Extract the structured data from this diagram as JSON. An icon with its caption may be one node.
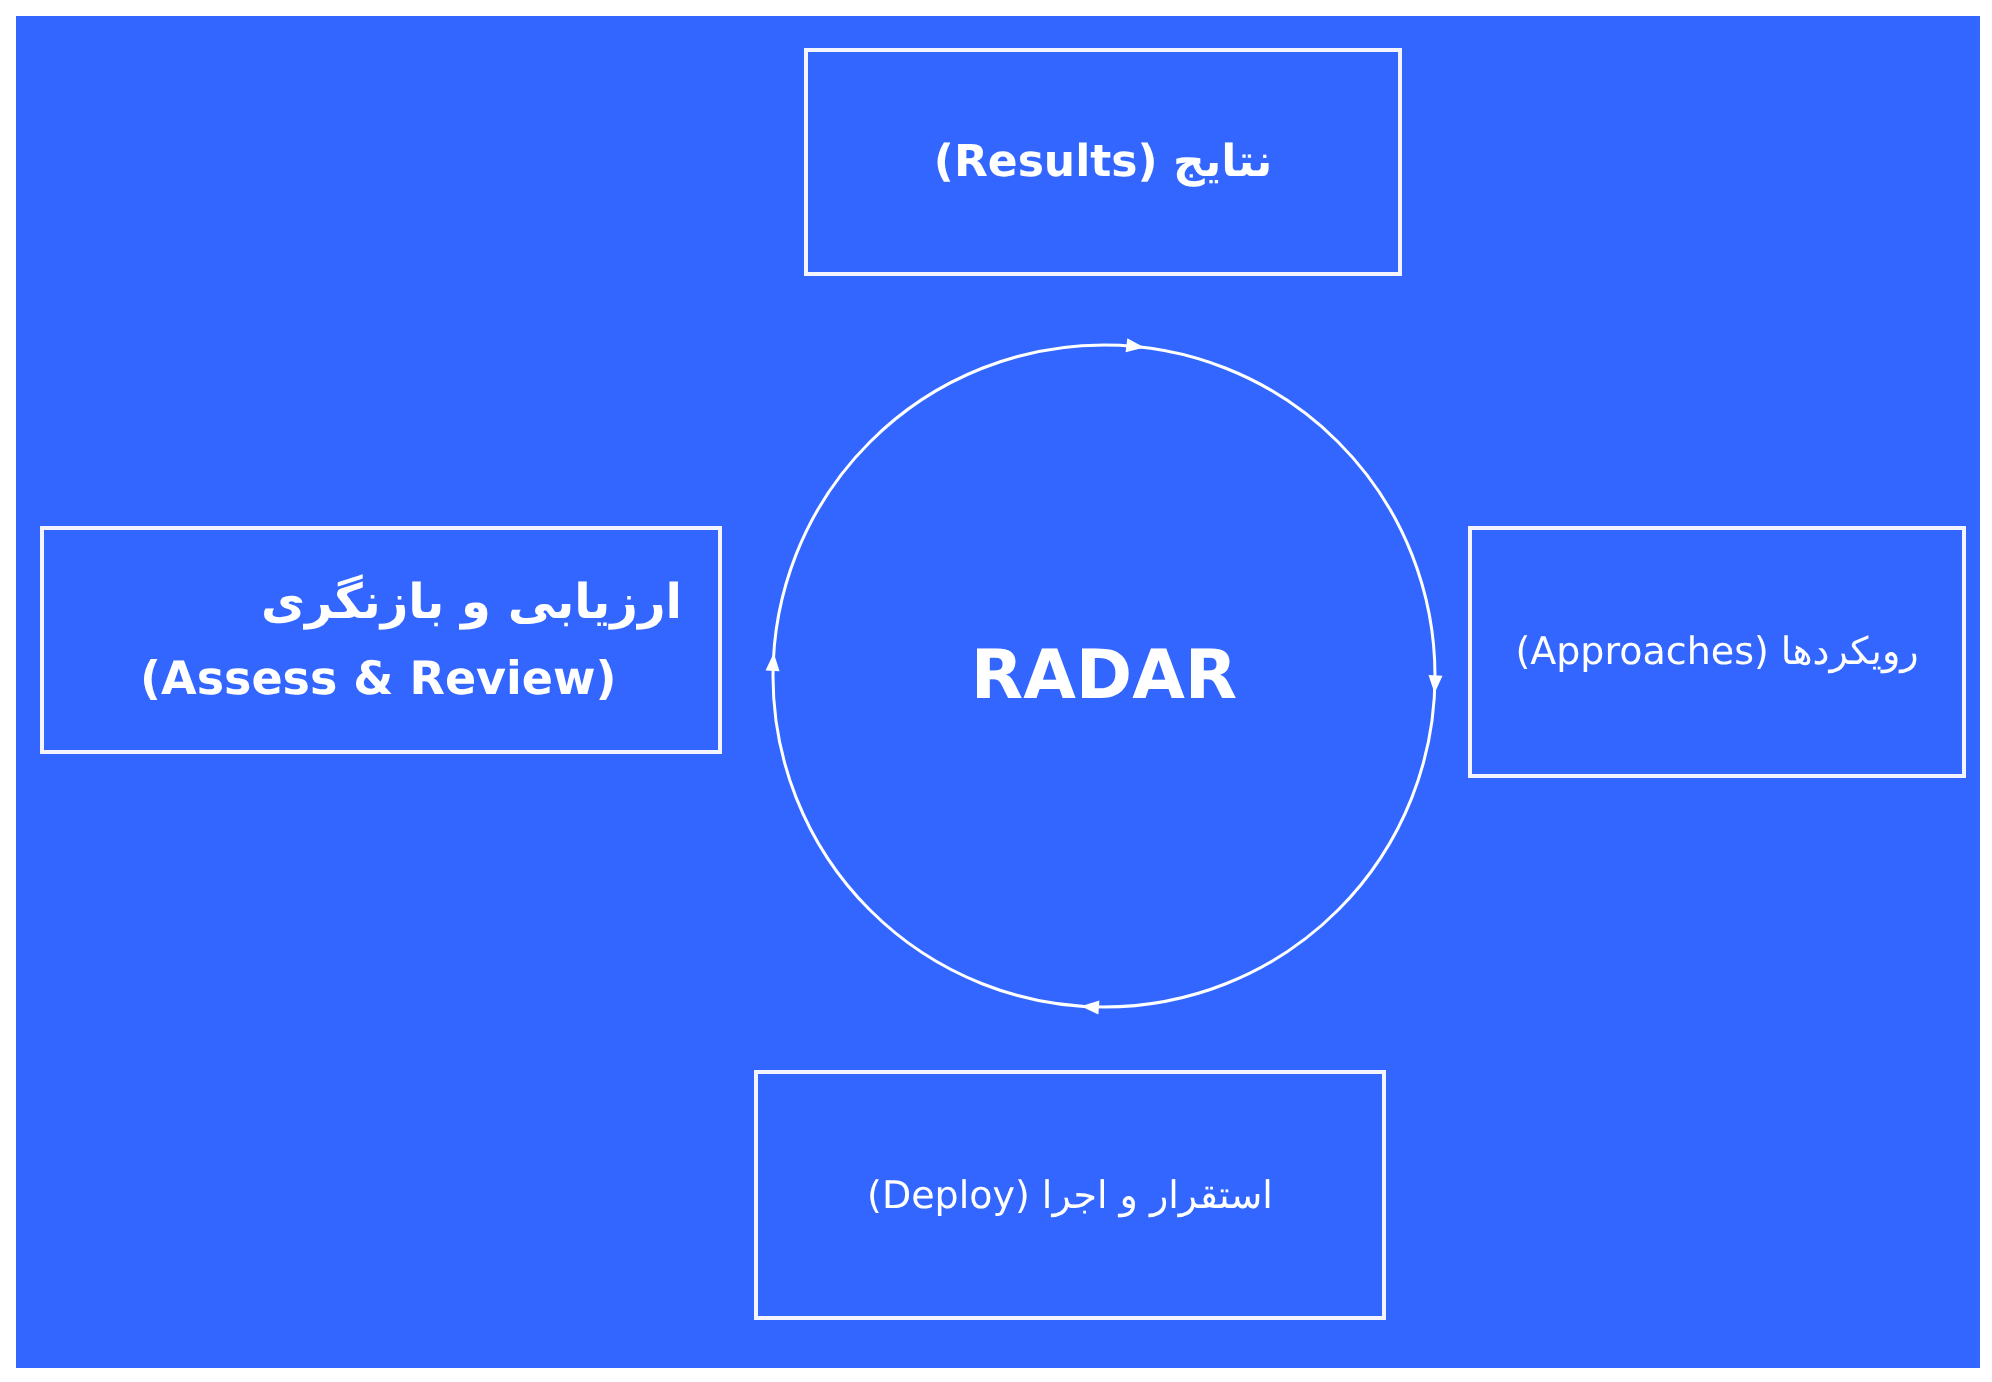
{
  "diagram": {
    "nodes": [
      {
        "text": [
          "نتایج (Results)"
        ]
      },
      {
        "text": [
          "ارزیابی و بازنگری",
          "(Assess & Review)"
        ]
      },
      {
        "text": [
          "RADAR"
        ]
      },
      {
        "text": [
          "رویکردها (Approaches)"
        ]
      },
      {
        "text": [
          "استقرار و اجرا (Deploy)"
        ]
      }
    ]
  }
}
